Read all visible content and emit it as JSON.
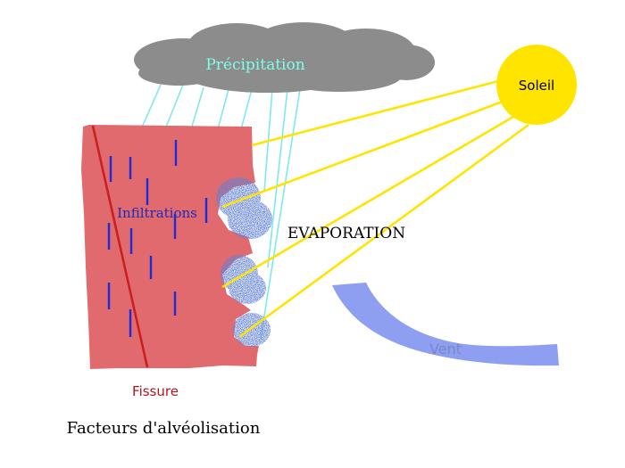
{
  "diagram": {
    "caption": "Facteurs d'alvéolisation",
    "labels": {
      "precipitation": "Précipitation",
      "sun": "Soleil",
      "evaporation": "EVAPORATION",
      "infiltration": "Infiltrations",
      "fissure": "Fissure",
      "wind": "Vent"
    },
    "colors": {
      "cloud": "#8c8c8c",
      "precipitation_text": "#7fffe8",
      "rain": "#7fe8ee",
      "sun": "#ffe400",
      "sun_rays": "#ffe400",
      "rock": "#e06a6e",
      "fissure_line": "#cc1f1f",
      "fissure_text": "#b3161c",
      "infiltration_marks": "#1f2bd6",
      "infiltration_text": "#1f2bb8",
      "alveoli": "#1f3aa8",
      "wind_arrow": "#8e9ef0",
      "wind_text": "#7a87c8",
      "text": "#000000"
    }
  }
}
